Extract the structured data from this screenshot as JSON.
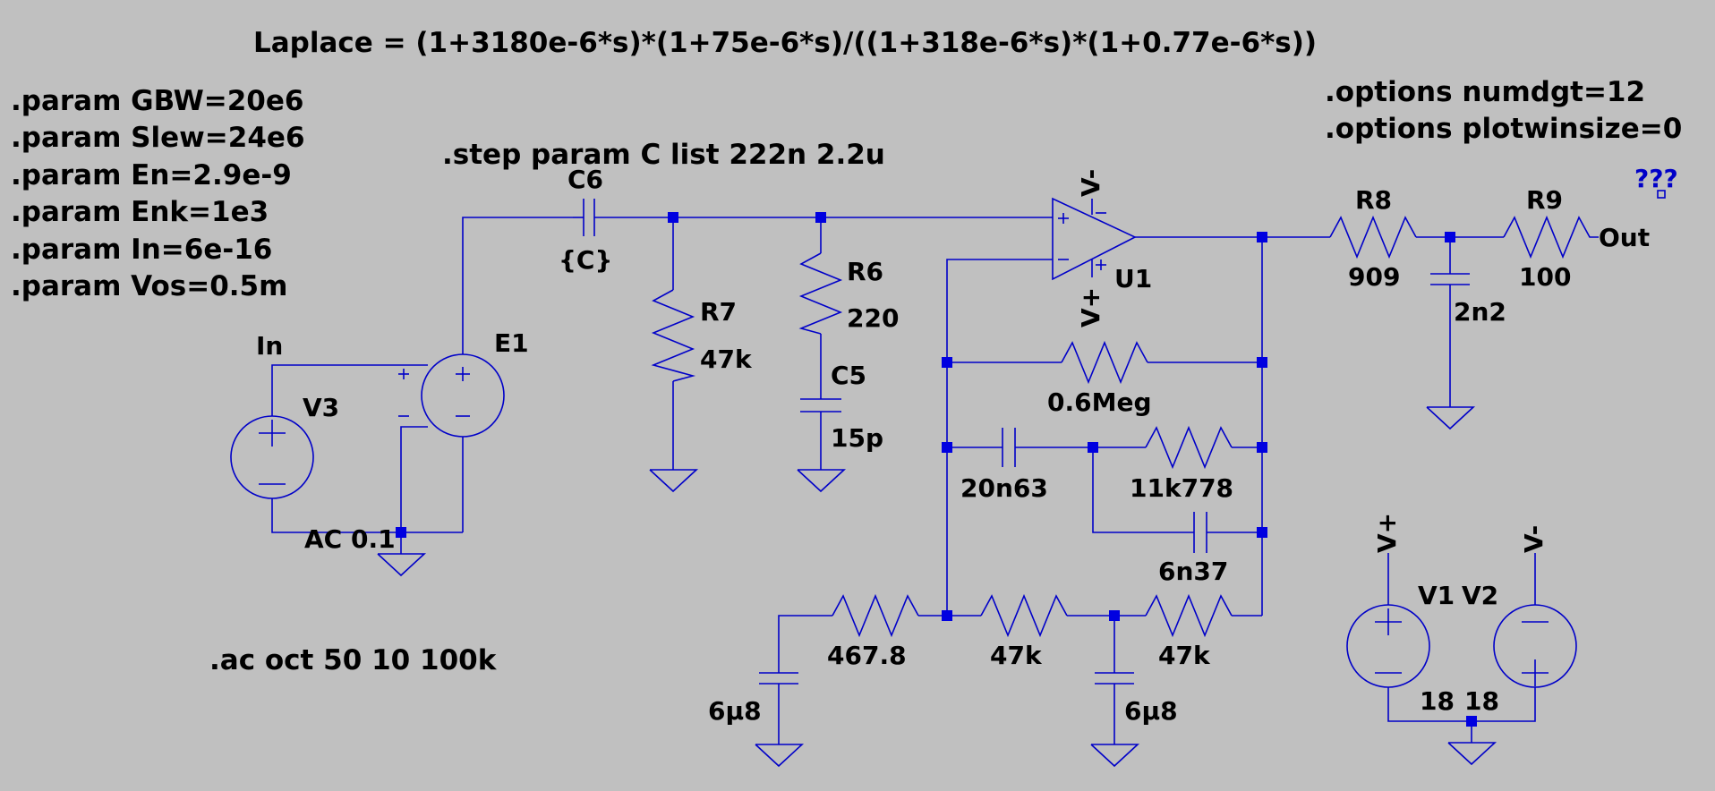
{
  "directives": {
    "laplace": "Laplace = (1+3180e-6*s)*(1+75e-6*s)/((1+318e-6*s)*(1+0.77e-6*s))",
    "params": [
      ".param GBW=20e6",
      ".param Slew=24e6",
      ".param En=2.9e-9",
      ".param Enk=1e3",
      ".param In=6e-16",
      ".param Vos=0.5m"
    ],
    "step": ".step param C list 222n 2.2u",
    "options": [
      ".options numdgt=12",
      ".options plotwinsize=0"
    ],
    "ac": ".ac oct 50 10 100k"
  },
  "components": {
    "C6": {
      "name": "C6",
      "value": "{C}"
    },
    "R7": {
      "name": "R7",
      "value": "47k"
    },
    "R6": {
      "name": "R6",
      "value": "220"
    },
    "C5": {
      "name": "C5",
      "value": "15p"
    },
    "U1": {
      "name": "U1",
      "model": "???"
    },
    "R8": {
      "name": "R8",
      "value": "909"
    },
    "R9": {
      "name": "R9",
      "value": "100"
    },
    "C_out": {
      "value": "2n2"
    },
    "E1": {
      "name": "E1"
    },
    "V3": {
      "name": "V3",
      "value": "AC 0.1"
    },
    "R_fb": {
      "value": "0.6Meg"
    },
    "C_20n63": {
      "value": "20n63"
    },
    "R_11k778": {
      "value": "11k778"
    },
    "C_6n37": {
      "value": "6n37"
    },
    "R_467": {
      "value": "467.8"
    },
    "R_47k_a": {
      "value": "47k"
    },
    "R_47k_b": {
      "value": "47k"
    },
    "C_6u8_a": {
      "value": "6µ8"
    },
    "C_6u8_b": {
      "value": "6µ8"
    },
    "V1": {
      "name": "V1",
      "value": "18"
    },
    "V2": {
      "name": "V2",
      "value": "18"
    }
  },
  "nets": {
    "in": "In",
    "out": "Out",
    "vplus": "V+",
    "vminus": "V-"
  },
  "colors": {
    "background": "#c0c0c0",
    "wire": "#0000c8",
    "junction": "#0000e0",
    "text": "#000000"
  }
}
